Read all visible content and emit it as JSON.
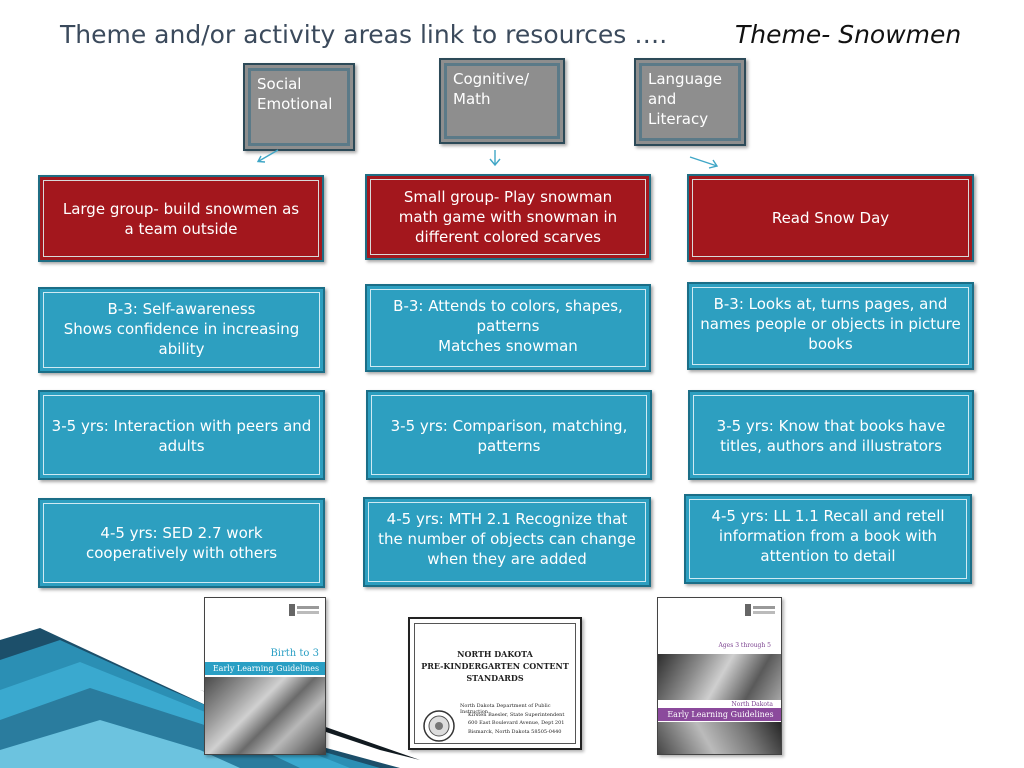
{
  "header": {
    "title": "Theme and/or activity  areas link to resources ….",
    "theme": "Theme- Snowmen"
  },
  "domains": [
    {
      "label": "Social Emotional"
    },
    {
      "label": "Cognitive/ Math"
    },
    {
      "label": "Language and Literacy"
    }
  ],
  "activities": [
    "Large group-  build snowmen as a team outside",
    "Small group- Play snowman math game with snowman in different colored scarves",
    "Read Snow Day"
  ],
  "standards_b3": [
    "B-3: Self-awareness\nShows confidence in increasing ability",
    "B-3: Attends to colors, shapes, patterns\nMatches snowman",
    "B-3: Looks at, turns pages, and names people or objects in picture books"
  ],
  "standards_35": [
    "3-5 yrs: Interaction with peers and adults",
    "3-5 yrs: Comparison, matching, patterns",
    "3-5 yrs: Know that books have titles, authors and illustrators"
  ],
  "standards_45": [
    "4-5 yrs: SED 2.7 work cooperatively with others",
    "4-5 yrs: MTH 2.1 Recognize that the number of objects can change when they are added",
    "4-5 yrs: LL 1.1 Recall and retell information from a book with attention to detail"
  ],
  "resources": {
    "left_cover": {
      "line1": "Birth to 3",
      "line2": "Early Learning Guidelines"
    },
    "middle_cover": {
      "line1": "NORTH DAKOTA",
      "line2": "PRE-KINDERGARTEN CONTENT",
      "line3": "STANDARDS",
      "addr1": "North Dakota Department of Public Instruction",
      "addr2": "Kirsten Baesler, State Superintendent",
      "addr3": "600 East Boulevard Avenue, Dept 201",
      "addr4": "Bismarck, North Dakota 58505-0440"
    },
    "right_cover": {
      "line1": "Ages 3 through 5",
      "line2": "North Dakota",
      "line3": "Early Learning Guidelines"
    }
  },
  "colors": {
    "domain_box": "#8e8e8e",
    "activity_box": "#a3171d",
    "standard_box": "#2d9fc0",
    "title": "#3b4a5c",
    "arrow": "#3fa6c6"
  }
}
